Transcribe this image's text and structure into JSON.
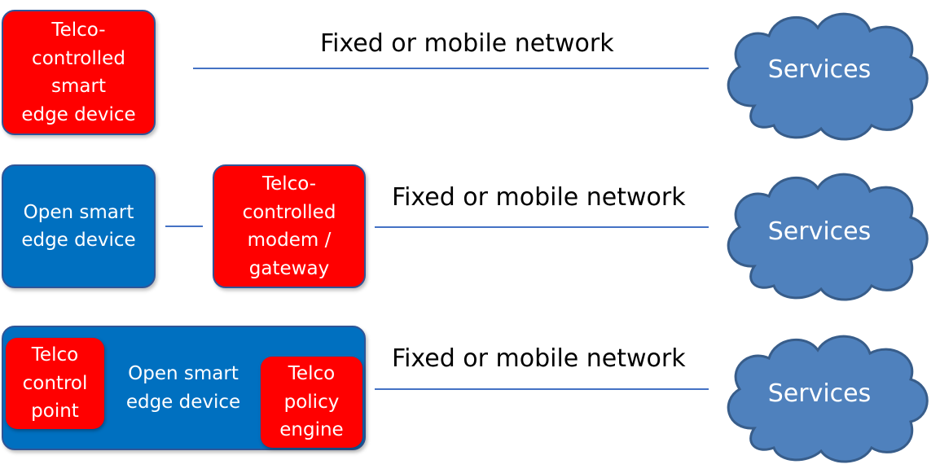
{
  "network_label": "Fixed or mobile network",
  "services_label": "Services",
  "row1": {
    "device_lines": [
      "Telco-",
      "controlled",
      "smart",
      "edge device"
    ]
  },
  "row2": {
    "open_device_lines": [
      "Open smart",
      "edge device"
    ],
    "gateway_lines": [
      "Telco-",
      "controlled",
      "modem /",
      "gateway"
    ]
  },
  "row3": {
    "control_point_lines": [
      "Telco",
      "control",
      "point"
    ],
    "open_device_lines": [
      "Open smart",
      "edge device"
    ],
    "policy_engine_lines": [
      "Telco",
      "policy",
      "engine"
    ]
  },
  "colors": {
    "telco_red": "#ff0000",
    "open_blue": "#0070c0",
    "cloud_fill": "#4f81bd",
    "cloud_stroke": "#385d8a",
    "line": "#4472c4"
  }
}
